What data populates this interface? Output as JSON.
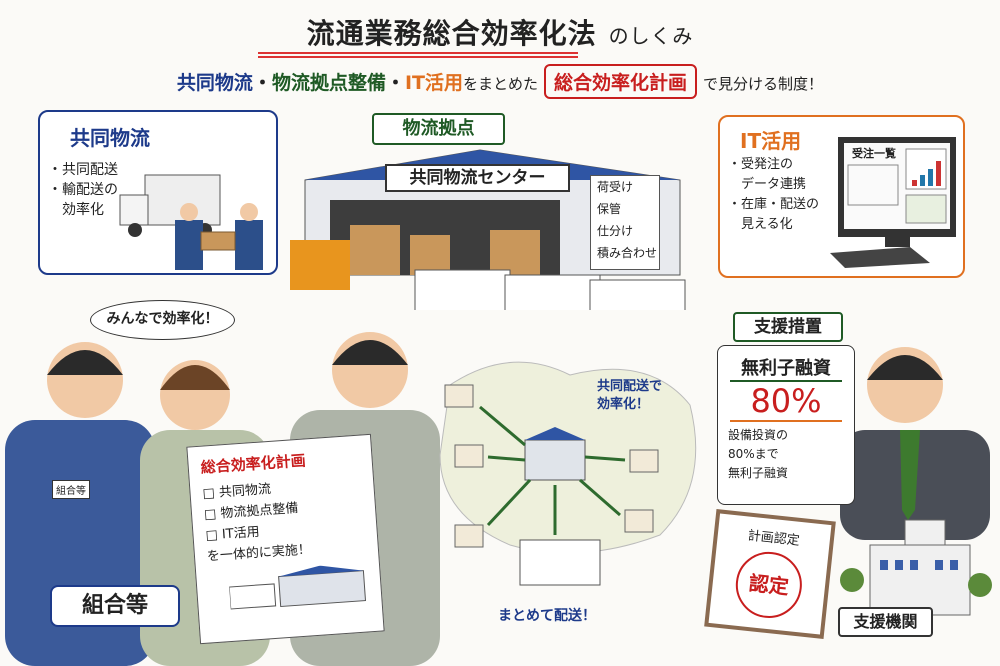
{
  "title": {
    "main": "流通業務総合効率化法",
    "suffix": "のしくみ"
  },
  "subtitle": {
    "part1": "共同物流",
    "sep1": "・",
    "part2": "物流拠点整備",
    "sep2": "・",
    "part3": "IT活用",
    "mid": "をまとめた",
    "plan": "総合効率化計画",
    "tail": "で見分ける制度！"
  },
  "joint": {
    "heading": "共同物流",
    "items": [
      "・共同配送",
      "・輸配送の",
      "　効率化"
    ]
  },
  "hub": {
    "label": "物流拠点",
    "sign": "共同物流センター",
    "functions": [
      "荷受け",
      "保管",
      "仕分け",
      "積み合わせ"
    ]
  },
  "it": {
    "heading": "IT活用",
    "items": [
      "・受発注の",
      "　データ連携",
      "・在庫・配送の",
      "　見える化"
    ],
    "screen_title": "受注一覧"
  },
  "people": {
    "speech": "みんなで効率化！",
    "badge": "組合等",
    "label": "組合等"
  },
  "plan_board": {
    "title": "総合効率化計画",
    "items": [
      "□ 共同物流",
      "□ 物流拠点整備",
      "□ IT活用"
    ],
    "footer": "を一体的に実施！"
  },
  "map": {
    "note": "共同配送で\n効率化！",
    "delivery": "まとめて配送！"
  },
  "support": {
    "label": "支援措置",
    "loan_title": "無利子融資",
    "rate": "80%",
    "desc": [
      "設備投資の",
      "80%まで",
      "無利子融資"
    ],
    "cert_title": "計画認定",
    "stamp": "認定",
    "agency": "支援機関"
  },
  "colors": {
    "blue": "#1d3a8a",
    "green": "#1f5a25",
    "orange": "#e07020",
    "red": "#c81e1e"
  }
}
